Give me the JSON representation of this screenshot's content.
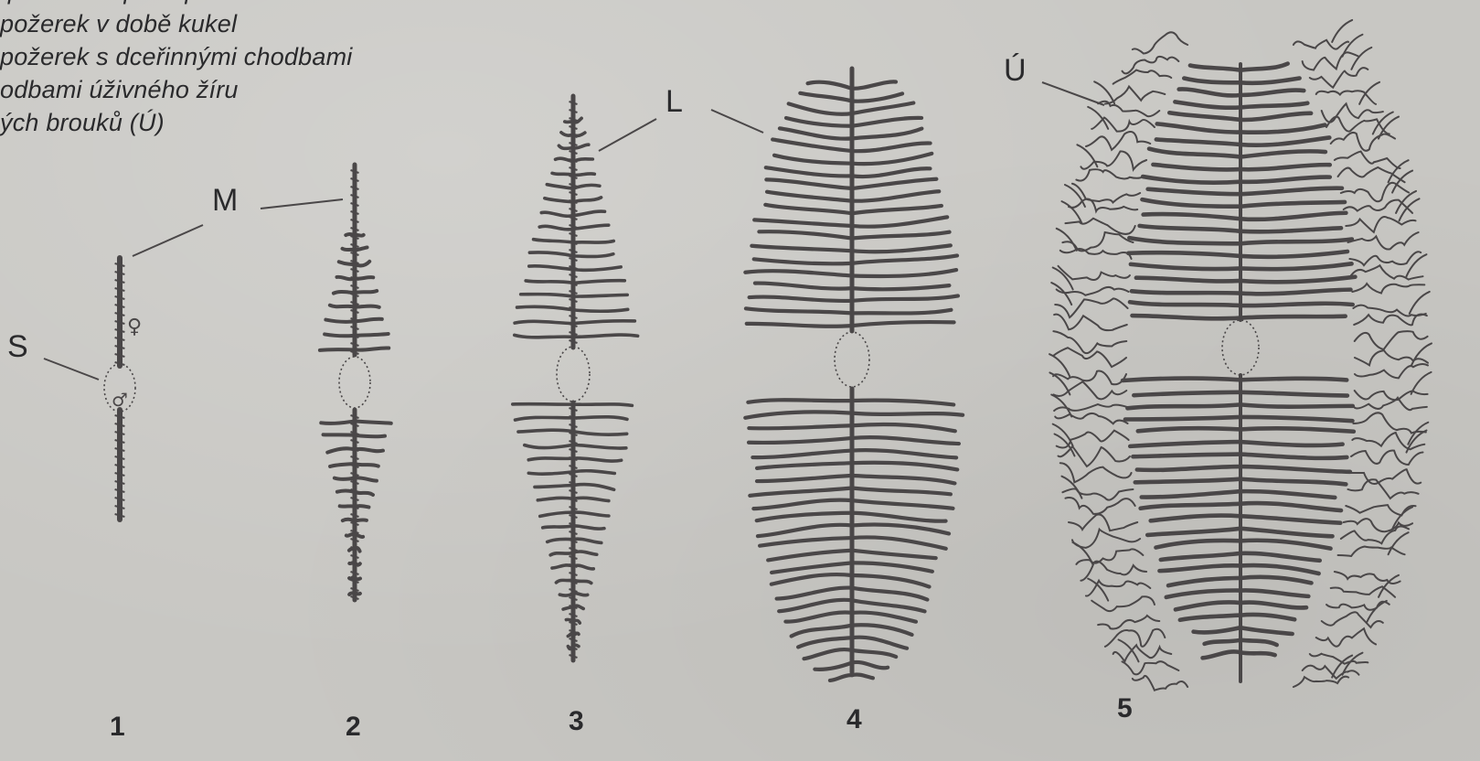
{
  "caption": {
    "lines": [
      "- požerek s postupně rostoucími larválními chodbami",
      "požerek v době kukel",
      "požerek s dceřinnými chodbami",
      "odbami úživného žíru",
      "ých brouků (Ú)"
    ]
  },
  "labels": {
    "S": "S",
    "M": "M",
    "L": "L",
    "U": "Ú"
  },
  "figures": [
    {
      "number": "1",
      "larval_galleries_per_side": 0,
      "symbols": [
        "♀",
        "♂"
      ]
    },
    {
      "number": "2",
      "larval_galleries_per_side": 26
    },
    {
      "number": "3",
      "larval_galleries_per_side": 40
    },
    {
      "number": "4",
      "larval_galleries_per_side": 48
    },
    {
      "number": "5",
      "larval_galleries_per_side": 48
    }
  ],
  "colors": {
    "paper": "#c8c7c3",
    "ink": "#4a4748",
    "text": "#2a2a2c"
  }
}
